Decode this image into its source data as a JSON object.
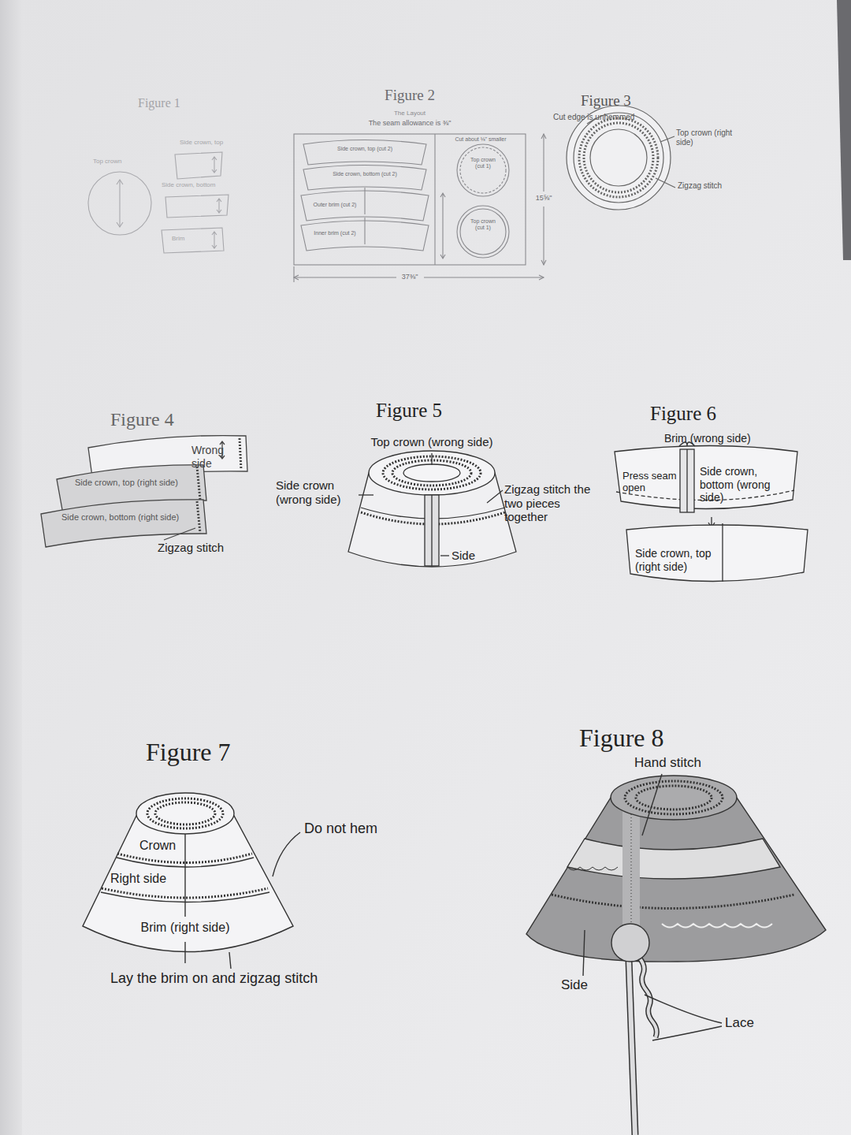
{
  "diagram": {
    "labels": [
      "Figure 1",
      "Top crown",
      "Side crown, top",
      "Side crown, bottom",
      "Brim",
      "Figure 2",
      "The Layout",
      "The seam allowance is ⅜\"",
      "Side crown, top (cut 2)",
      "Side crown, bottom (cut 2)",
      "Outer brim (cut 2)",
      "Inner brim (cut 2)",
      "Cut about ⅛\" smaller",
      "Top crown (cut 1)",
      "Top crown (cut 1)",
      "15⅝\"",
      "37⅜\"",
      "Figure 3",
      "Cut edge is unhemmed",
      "Top crown (right side)",
      "Zigzag stitch",
      "Figure 4",
      "Wrong side",
      "Side crown, top (right side)",
      "Side crown, bottom (right side)",
      "Zigzag stitch",
      "Figure 5",
      "Top crown (wrong side)",
      "Side crown (wrong side)",
      "Zigzag stitch the two pieces together",
      "Side",
      "Figure 6",
      "Brim (wrong side)",
      "Press seam open",
      "Side crown, bottom (wrong side)",
      "Side crown, top (right side)",
      "Figure 7",
      "Crown",
      "Right side",
      "Brim (right side)",
      "Do not hem",
      "Lay the brim on and zigzag stitch",
      "Figure 8",
      "Hand stitch",
      "Side",
      "Lace"
    ]
  }
}
